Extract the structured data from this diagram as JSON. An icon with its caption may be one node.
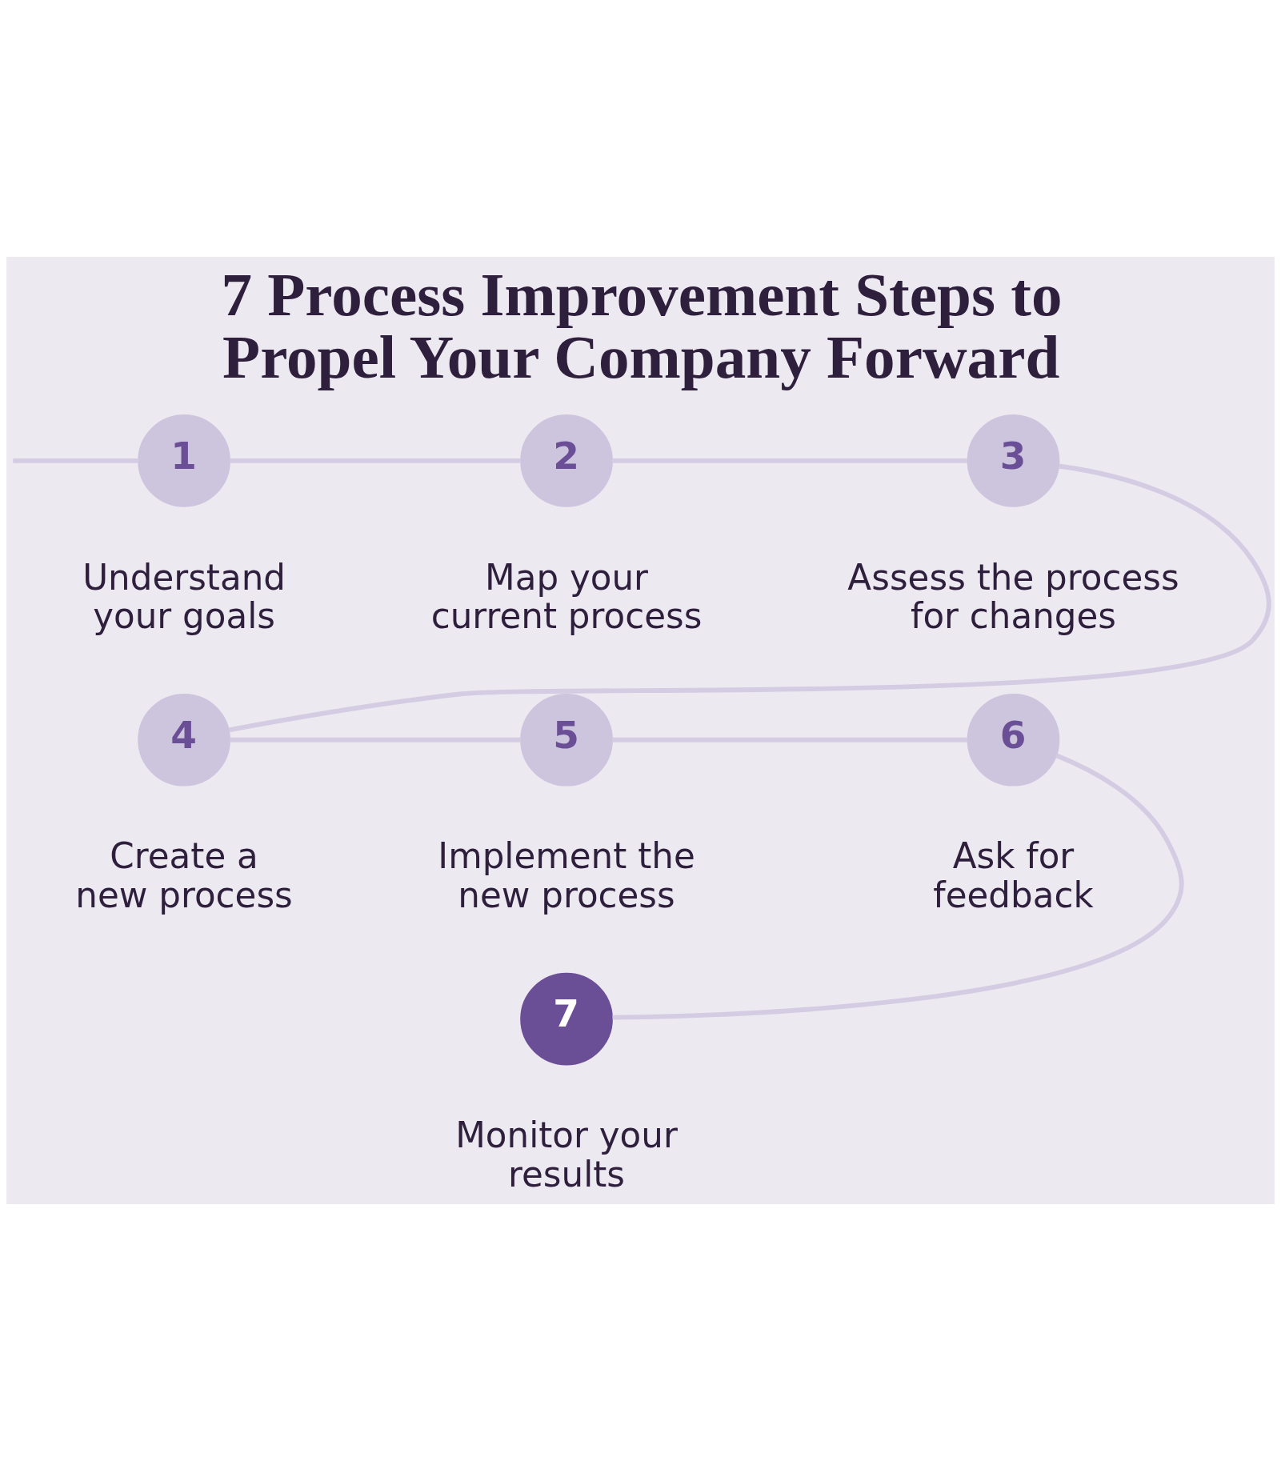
{
  "diagram": {
    "title": "7 Process Improvement Steps to Propel Your Company Forward",
    "nodes": [
      {
        "text": [
          "1"
        ],
        "beside": [
          "Understand your goals"
        ]
      },
      {
        "text": [
          "2"
        ],
        "beside": [
          "Map your current process"
        ]
      },
      {
        "text": [
          "3"
        ],
        "beside": [
          "Assess the process for changes"
        ]
      },
      {
        "text": [
          "4"
        ],
        "beside": [
          "Create a new process"
        ]
      },
      {
        "text": [
          "5"
        ],
        "beside": [
          "Implement the new process"
        ]
      },
      {
        "text": [
          "6"
        ],
        "beside": [
          "Ask for feedback"
        ]
      },
      {
        "text": [
          "7"
        ],
        "beside": [
          "Monitor your results"
        ]
      }
    ],
    "edges": [
      {
        "from": null,
        "to": 0,
        "arrow": "none"
      },
      {
        "from": 0,
        "to": 1,
        "arrow": "none"
      },
      {
        "from": 1,
        "to": 2,
        "arrow": "none"
      },
      {
        "from": 2,
        "to": 3,
        "arrow": "none"
      },
      {
        "from": 3,
        "to": 4,
        "arrow": "none"
      },
      {
        "from": 4,
        "to": 5,
        "arrow": "none"
      },
      {
        "from": 5,
        "to": 6,
        "arrow": "none"
      }
    ]
  }
}
